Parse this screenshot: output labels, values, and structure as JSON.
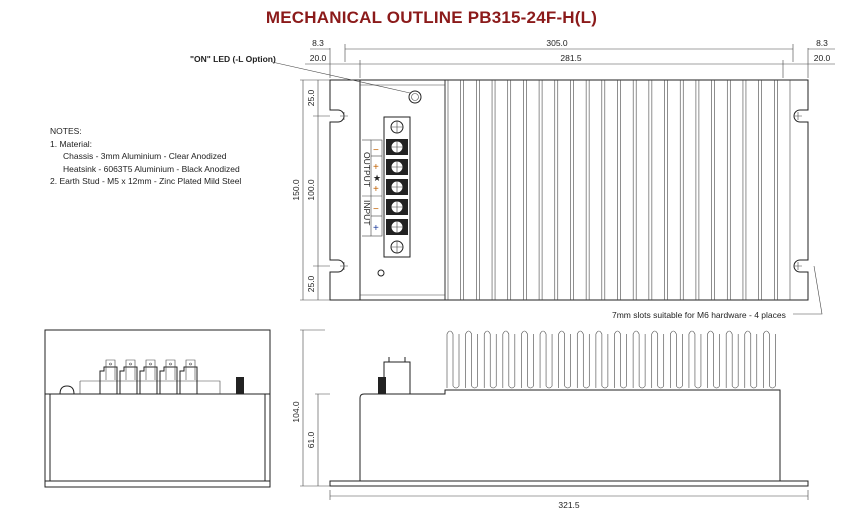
{
  "title": "MECHANICAL OUTLINE PB315-24F-H(L)",
  "notes": {
    "heading": "NOTES:",
    "items": [
      "1.  Material:",
      "Chassis - 3mm Aluminium - Clear Anodized",
      "Heatsink - 6063T5 Aluminium - Black Anodized",
      "2.  Earth Stud - M5 x 12mm - Zinc Plated Mild Steel"
    ]
  },
  "callouts": {
    "led": "\"ON\" LED (-L Option)",
    "slots": "7mm slots suitable for M6 hardware - 4 places"
  },
  "terminal_labels": {
    "output": "OUTPUT",
    "input": "INPUT"
  },
  "dimensions": {
    "overall_width": "305.0",
    "inner_width": "281.5",
    "left_offset_outer": "8.3",
    "left_offset_inner": "20.0",
    "right_offset_outer": "8.3",
    "right_offset_inner": "20.0",
    "height_total": "150.0",
    "height_slots": "100.0",
    "top_slot": "25.0",
    "bottom_slot": "25.0",
    "side_height": "104.0",
    "body_height": "61.0",
    "base_length": "321.5"
  },
  "heatsink": {
    "top_fin_count": 22,
    "side_fin_count": 18
  }
}
